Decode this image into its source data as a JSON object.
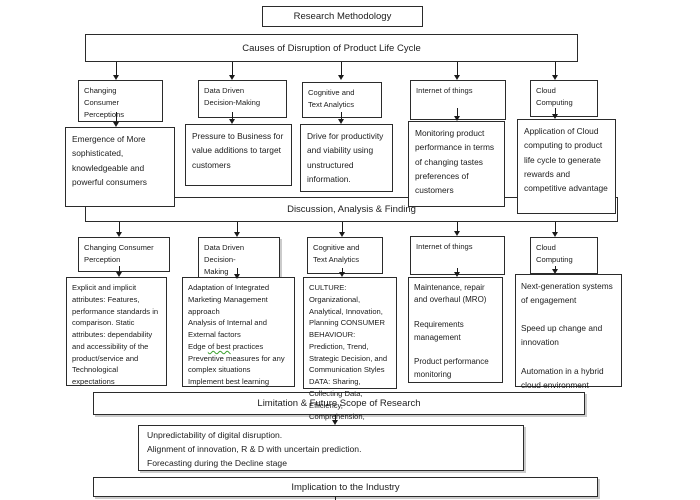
{
  "header": {
    "title": "Research Methodology"
  },
  "bands": {
    "causes": "Causes of Disruption of Product Life Cycle",
    "discussion": "Discussion, Analysis & Finding",
    "limitation": "Limitation & Future Scope of Research",
    "implication": "Implication to the Industry"
  },
  "row1": {
    "categories": [
      "Changing\nConsumer\nPerceptions",
      "Data Driven\nDecision-Making",
      "Cognitive and\nText Analytics",
      "Internet of things",
      "Cloud\nComputing"
    ],
    "details": [
      "Emergence of More sophisticated, knowledgeable and powerful consumers",
      "Pressure to Business for value additions to target customers",
      "Drive for productivity and viability using unstructured information.",
      "Monitoring product performance in terms of changing tastes preferences of customers",
      "Application of Cloud computing to product life cycle to generate rewards and competitive advantage"
    ]
  },
  "row2": {
    "categories": [
      "Changing Consumer\nPerception",
      "Data Driven\nDecision-\nMaking",
      "Cognitive and\nText Analytics",
      "Internet of things",
      "Cloud\nComputing"
    ],
    "details": {
      "consumer": "Explicit and implicit attributes: Features, performance standards in comparison. Static attributes: dependability and accessibility of the product/service and Technological expectations",
      "data_driven": {
        "part1": "Adaptation of Integrated Marketing Management approach\nAnalysis of Internal and External factors\nEdge ",
        "wavy": "of best",
        "part2": " practices\nPreventive measures for any complex situations\nImplement best learning"
      },
      "culture": "CULTURE: Organizational, Analytical, Innovation, Planning CONSUMER BEHAVIOUR: Prediction, Trend, Strategic Decision, and Communication Styles DATA: Sharing, Collecting Data, Efficiency, Comprehension, Sharing",
      "iot": "Maintenance, repair and overhaul (MRO)\n\nRequirements management\n\nProduct performance monitoring",
      "cloud": "Next-generation systems of engagement\n\nSpeed up change and innovation\n\nAutomation in a hybrid cloud environment"
    }
  },
  "future": {
    "notes": "Unpredictability of digital disruption.\nAlignment of innovation, R & D with uncertain prediction.\nForecasting during the Decline stage"
  }
}
